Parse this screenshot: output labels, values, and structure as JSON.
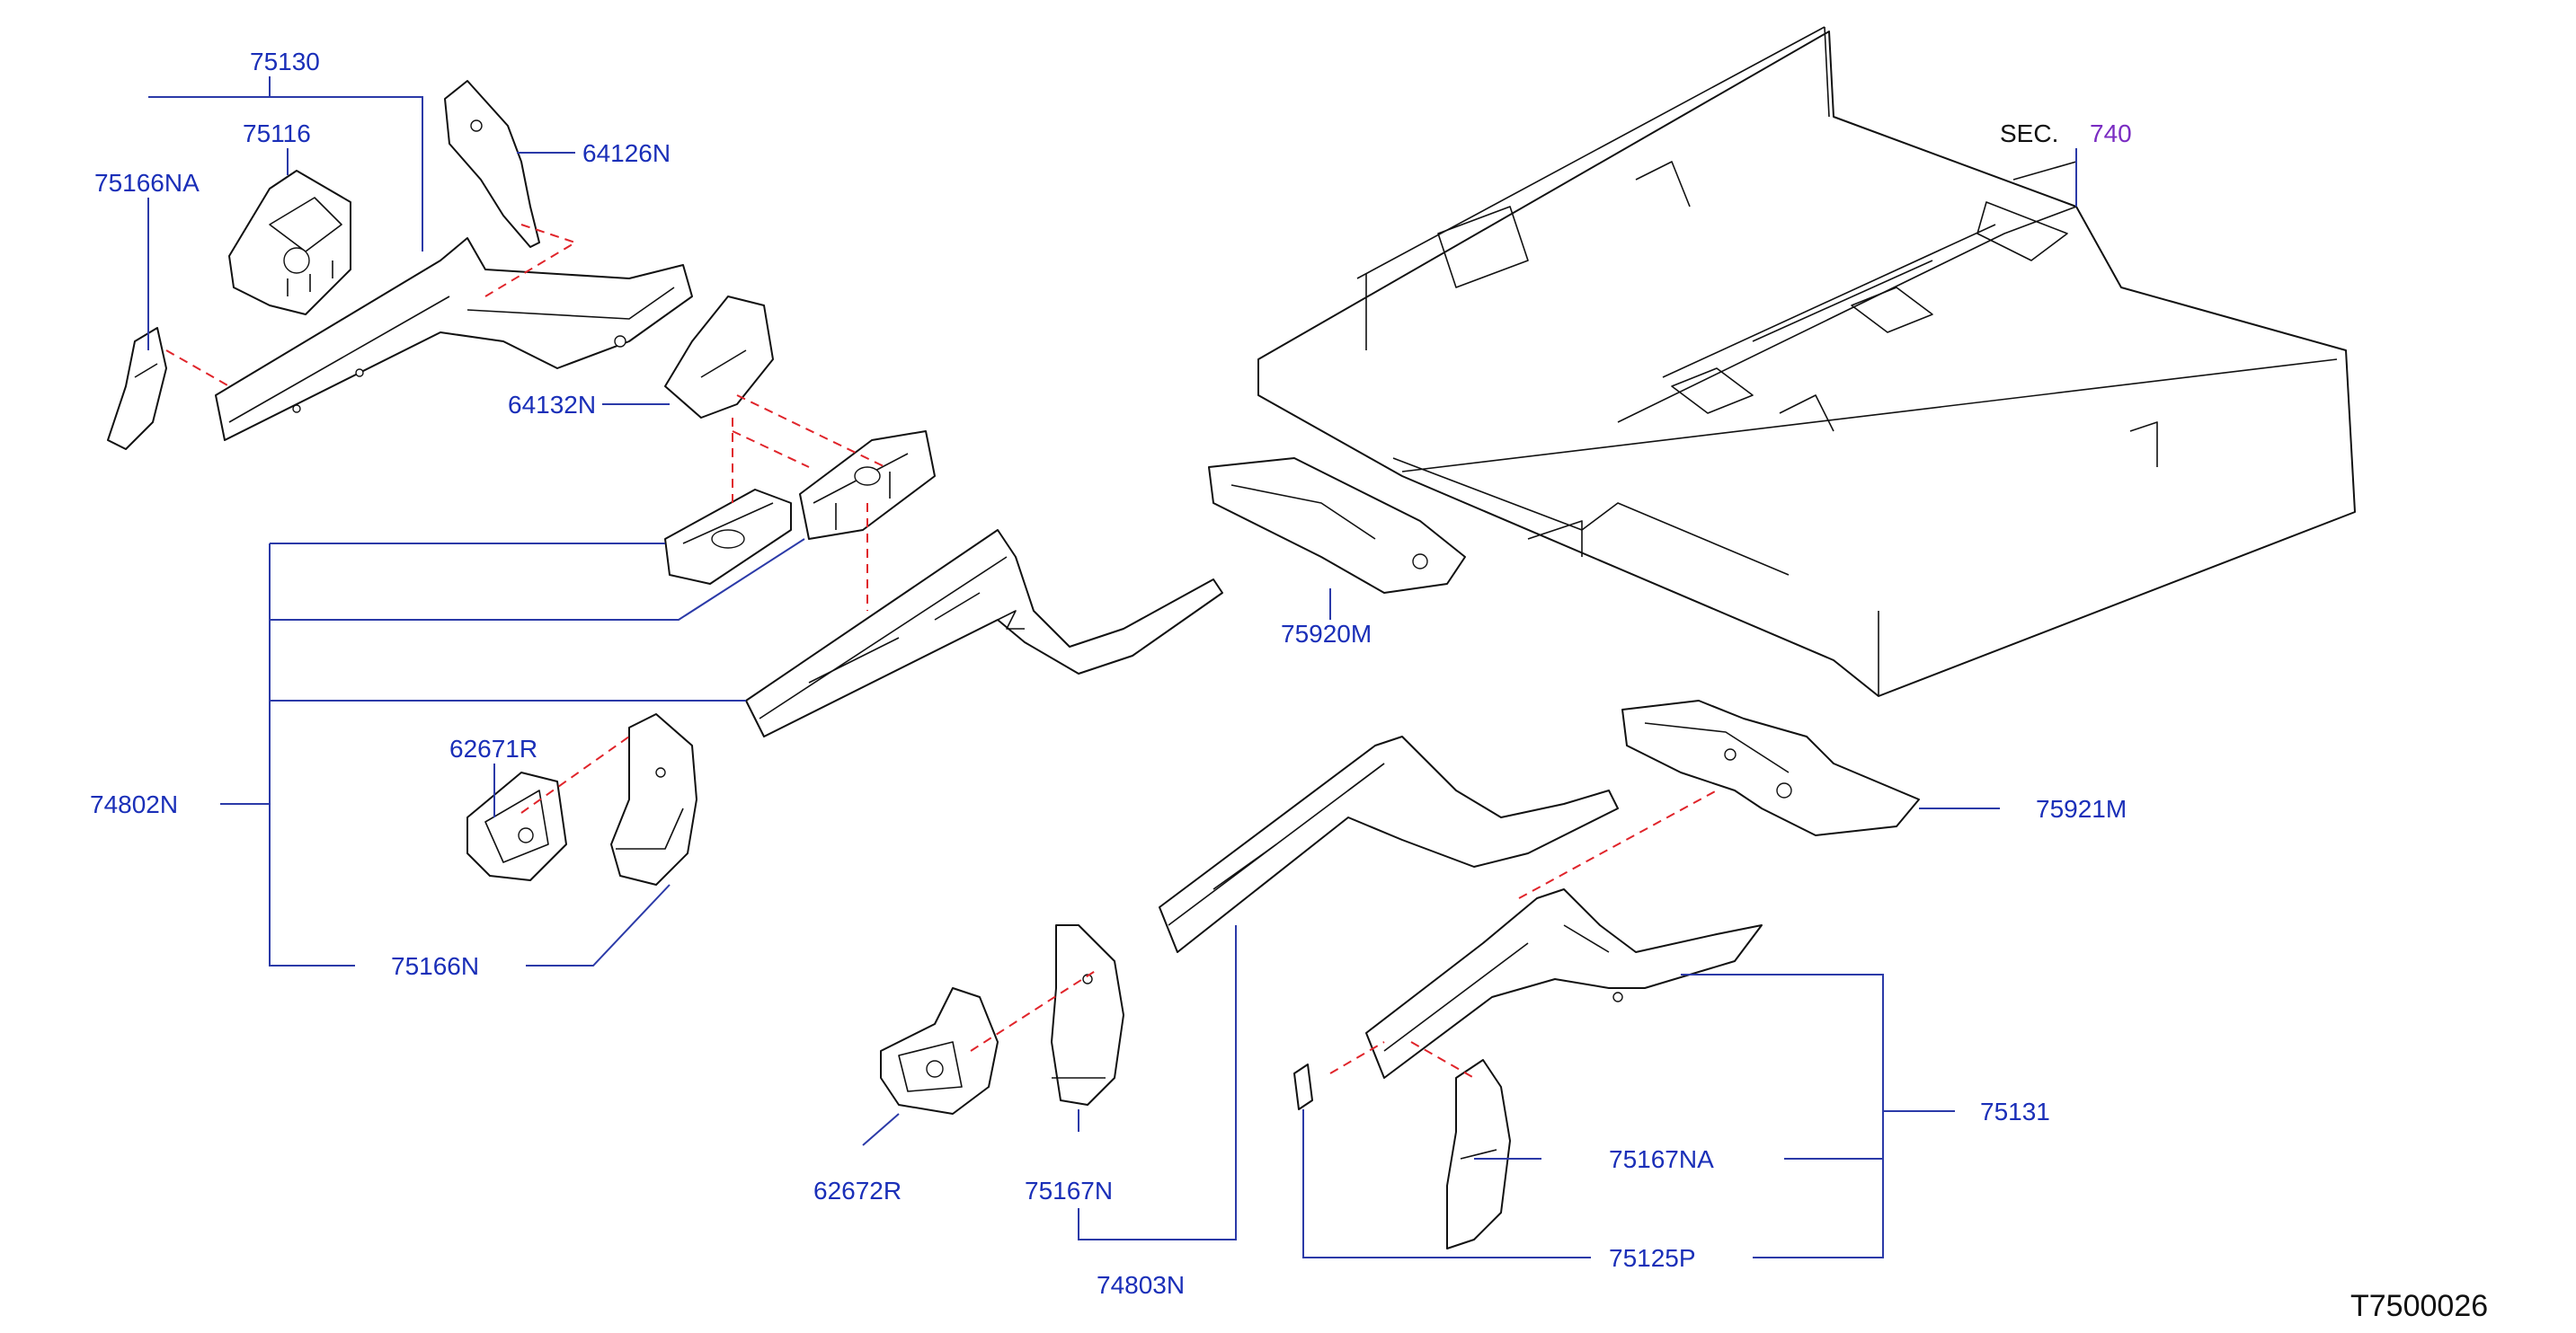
{
  "diagram": {
    "drawing_number": "T7500026",
    "section_ref": {
      "prefix": "SEC.",
      "number": "740"
    },
    "labels": {
      "p75130": "75130",
      "p75116": "75116",
      "p75166NA": "75166NA",
      "p64126N": "64126N",
      "p64132N": "64132N",
      "p74802N": "74802N",
      "p62671R": "62671R",
      "p75166N": "75166N",
      "p75920M": "75920M",
      "p75921M": "75921M",
      "p75131": "75131",
      "p75167NA": "75167NA",
      "p75125P": "75125P",
      "p62672R": "62672R",
      "p75167N": "75167N",
      "p74803N": "74803N"
    }
  },
  "colors": {
    "part_number": "#1a2fb8",
    "leader_line": "#2b3aa8",
    "dashed_assembly_line": "#e0242a",
    "section_number": "#7a2cc2",
    "outline": "#111111"
  }
}
